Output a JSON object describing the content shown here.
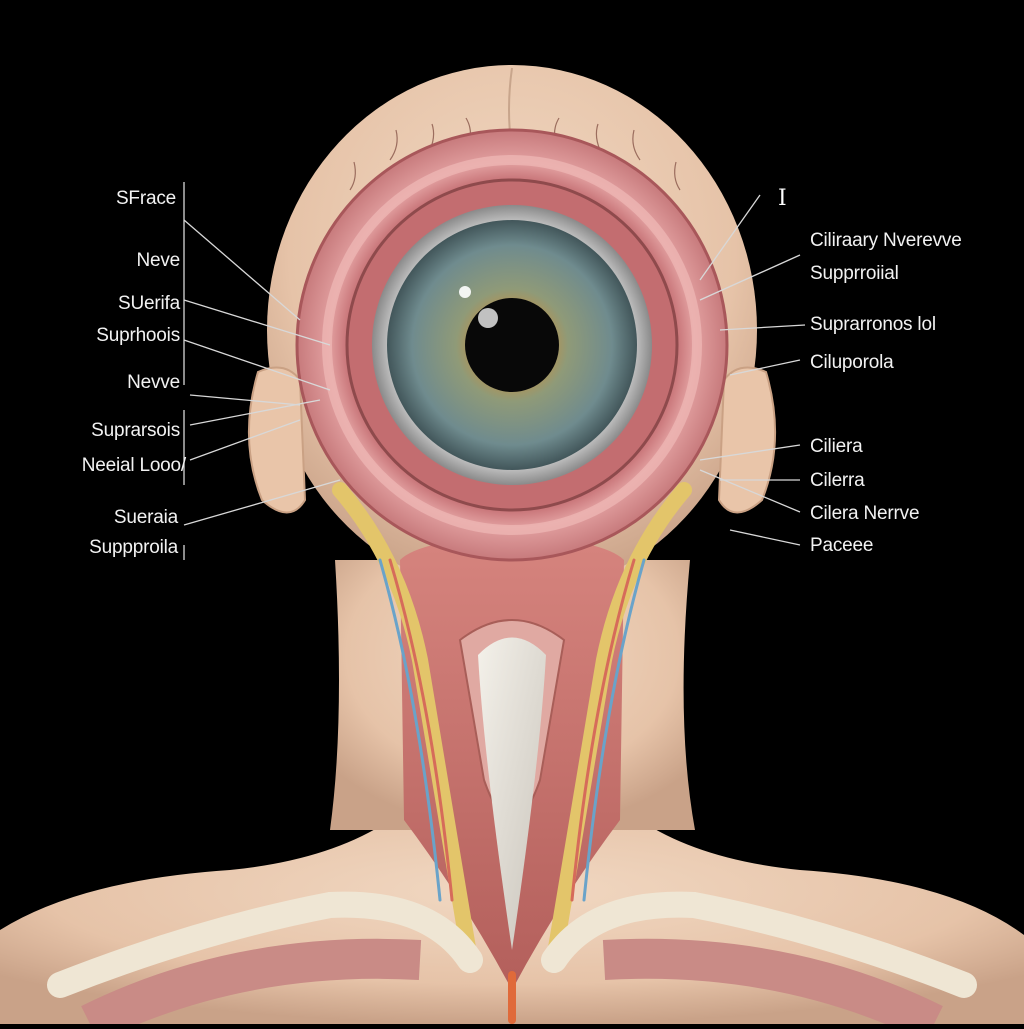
{
  "labels": {
    "left": [
      "SFrace",
      "Neve",
      "SUerifa",
      "Suprhoois",
      "Nevve",
      "Suprarsois",
      "Neeial Looo/",
      "Sueraia",
      "Suppproila"
    ],
    "right": [
      "Ciliraary Nverevve",
      "Supprroiial",
      "Suprarronos lol",
      "Ciluporola",
      "Ciliera",
      "Cilerra",
      "Cilera Nerrve",
      "Paceee"
    ],
    "marker": "I"
  },
  "colors": {
    "background": "#000000",
    "skin": "#e8c9b0",
    "muscle": "#d98a8a",
    "iris": "#7a8a7a",
    "nerve_yellow": "#e3c56a",
    "label_text": "#f2f2f2"
  }
}
